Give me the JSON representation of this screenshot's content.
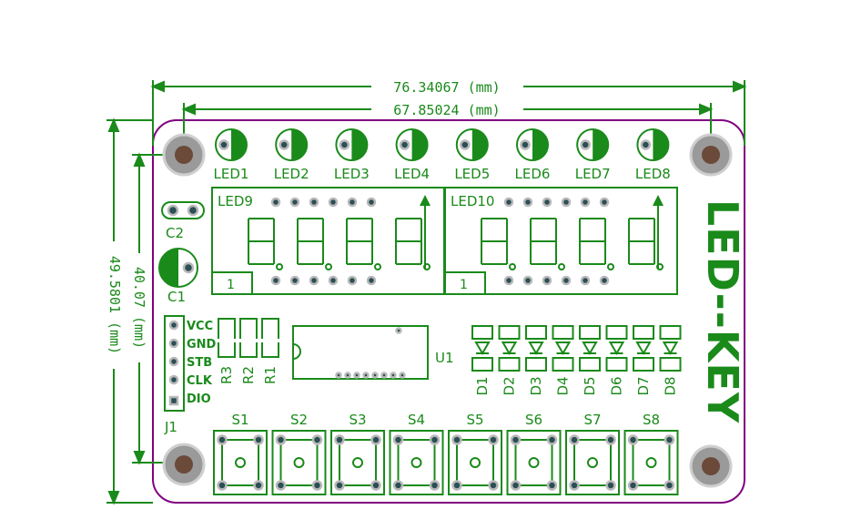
{
  "dimensions": {
    "outer_width": "76.34067 (mm)",
    "inner_width": "67.85024 (mm)",
    "outer_height": "49.5801 (mm)",
    "inner_height": "40.07 (mm)"
  },
  "board_title": "LED--KEY",
  "leds": [
    "LED1",
    "LED2",
    "LED3",
    "LED4",
    "LED5",
    "LED6",
    "LED7",
    "LED8"
  ],
  "displays": [
    {
      "name": "LED9",
      "pin": "1"
    },
    {
      "name": "LED10",
      "pin": "1"
    }
  ],
  "caps": [
    "C2",
    "C1"
  ],
  "connector": {
    "name": "J1",
    "pins": [
      "VCC",
      "GND",
      "STB",
      "CLK",
      "DIO"
    ]
  },
  "resistors": [
    "R3",
    "R2",
    "R1"
  ],
  "ic": "U1",
  "diodes": [
    "D1",
    "D2",
    "D3",
    "D4",
    "D5",
    "D6",
    "D7",
    "D8"
  ],
  "switches": [
    "S1",
    "S2",
    "S3",
    "S4",
    "S5",
    "S6",
    "S7",
    "S8"
  ],
  "colors": {
    "silkscreen": "#1a8a1a",
    "outline": "#800080",
    "pad": "#2b4f55"
  }
}
